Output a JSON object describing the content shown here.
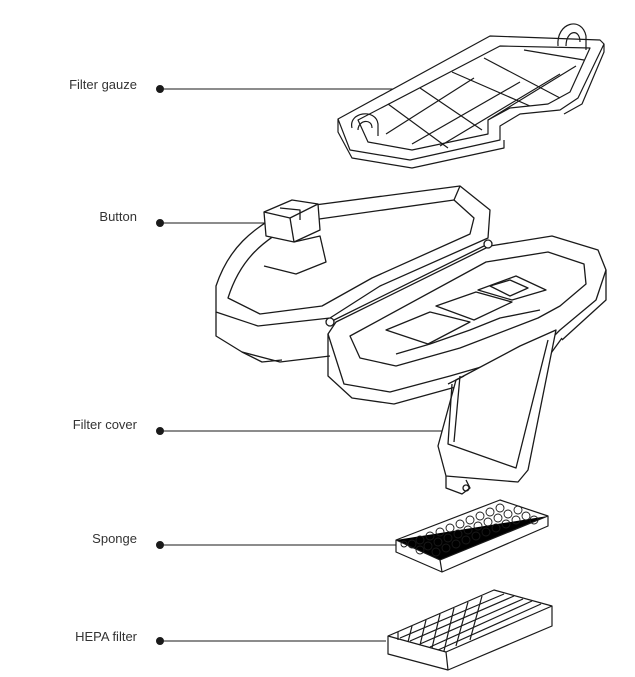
{
  "diagram": {
    "labels": [
      {
        "id": "filter-gauze",
        "text": "Filter gauze"
      },
      {
        "id": "button",
        "text": "Button"
      },
      {
        "id": "filter-cover",
        "text": "Filter cover"
      },
      {
        "id": "sponge",
        "text": "Sponge"
      },
      {
        "id": "hepa-filter",
        "text": "HEPA filter"
      }
    ],
    "colors": {
      "line": "#1a1a1a",
      "text": "#333333",
      "background": "#ffffff"
    }
  }
}
